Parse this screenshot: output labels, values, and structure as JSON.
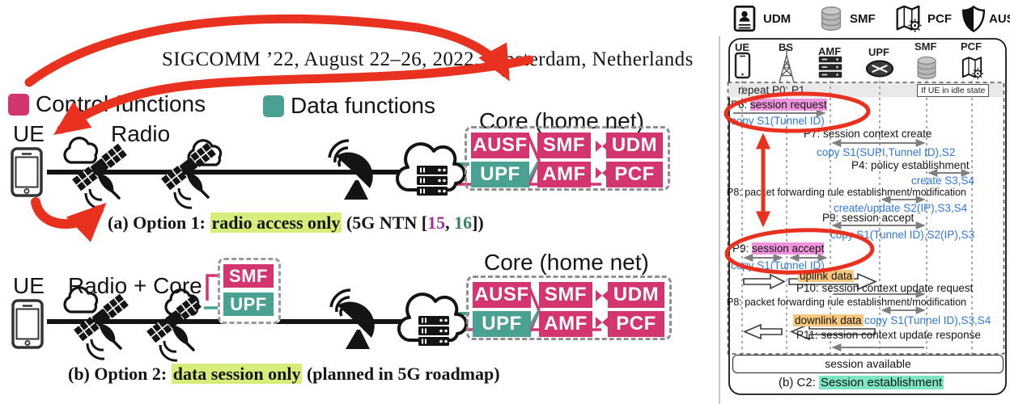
{
  "colors": {
    "control_pink": "#d3356e",
    "data_teal": "#4aa091",
    "annotation_red": "#e8311f",
    "copy_blue": "#2f77e0",
    "highlight_green": "#d6ed7c",
    "highlight_pink": "#f095dd",
    "highlight_orange": "#f7c87e",
    "highlight_teal": "#7de6c3",
    "ref_purple": "#a1309a",
    "ref_green": "#37806b"
  },
  "header": {
    "conference_line": "SIGCOMM ’22, August 22–26, 2022, Amsterdam, Netherlands"
  },
  "legend": {
    "control": "Control functions",
    "data": "Data functions"
  },
  "core": {
    "title": "Core (home net)",
    "cells": [
      "AUSF",
      "SMF",
      "UDM",
      "UPF",
      "AMF",
      "PCF"
    ]
  },
  "option_a": {
    "ue": "UE",
    "radio": "Radio",
    "caption": {
      "prefix": "(a) Option 1: ",
      "highlight": "radio access only",
      "mid": " (5G NTN [",
      "ref1": "15",
      "sep": ", ",
      "ref2": "16",
      "suffix": "])"
    }
  },
  "option_b": {
    "ue": "UE",
    "radio_core": "Radio + Core",
    "smf": "SMF",
    "upf": "UPF",
    "caption": {
      "prefix": "(b) Option 2: ",
      "highlight": "data session only",
      "suffix": " (planned in 5G roadmap)"
    }
  },
  "sequence": {
    "legend": [
      {
        "label": "UDM"
      },
      {
        "label": "SMF"
      },
      {
        "label": "PCF"
      },
      {
        "label": "AUSF"
      }
    ],
    "entities": [
      "UE",
      "BS",
      "AMF",
      "UPF",
      "SMF",
      "PCF"
    ],
    "repeat_label": "repeat P0, P1",
    "guard": "If UE in idle state",
    "messages": {
      "p6": {
        "prefix": "P6: ",
        "highlight": "session request",
        "copy": "copy S1(Tunnel ID)"
      },
      "p7": {
        "label": "P7: session context create",
        "copy": "copy S1(SUPI,Tunnel ID),S2"
      },
      "p4": {
        "label": "P4: policy establishment",
        "copy": "create S3,S4"
      },
      "p8a": {
        "label": "P8: packet forwarding rule establishment/modification",
        "copy": "create/update S2(IP),S3,S4"
      },
      "p9a": {
        "label": "P9: session accept",
        "copy": "copy S1(Tunnel ID),S2(IP),S3"
      },
      "p9b": {
        "prefix": "P9: ",
        "highlight": "session accept",
        "copy": "copy S1(Tunnel ID)"
      },
      "uplink": "uplink data",
      "p10": "P10: session context update request",
      "p8b": {
        "label": "P8: packet forwarding rule establishment/modification",
        "copy": "copy S1(Tunnel ID),S3,S4"
      },
      "downlink": "downlink data",
      "p11": "P11: session context update response"
    },
    "footer_note": "session available",
    "caption": {
      "prefix": "(b) C2: ",
      "highlight": "Session establishment"
    }
  }
}
